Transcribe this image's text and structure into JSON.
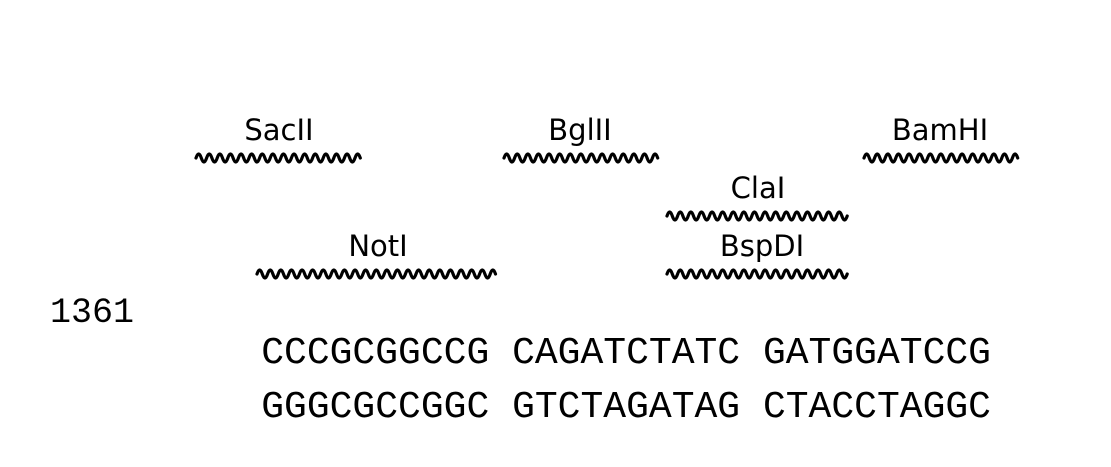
{
  "enzymes": [
    {
      "name": "SacII"
    },
    {
      "name": "BglII"
    },
    {
      "name": "BamHI"
    },
    {
      "name": "ClaI"
    },
    {
      "name": "NotI"
    },
    {
      "name": "BspDI"
    }
  ],
  "sequence": {
    "position": "1361",
    "top_strand": [
      "CCCGCGGCCG",
      "CAGATCTATC",
      "GATGGATCCG"
    ],
    "bottom_strand": [
      "GGGCGCCGGC",
      "GTCTAGATAG",
      "CTACCTAGGC"
    ]
  },
  "colors": {
    "text": "#000000",
    "wave": "#000000",
    "background": "#ffffff"
  }
}
